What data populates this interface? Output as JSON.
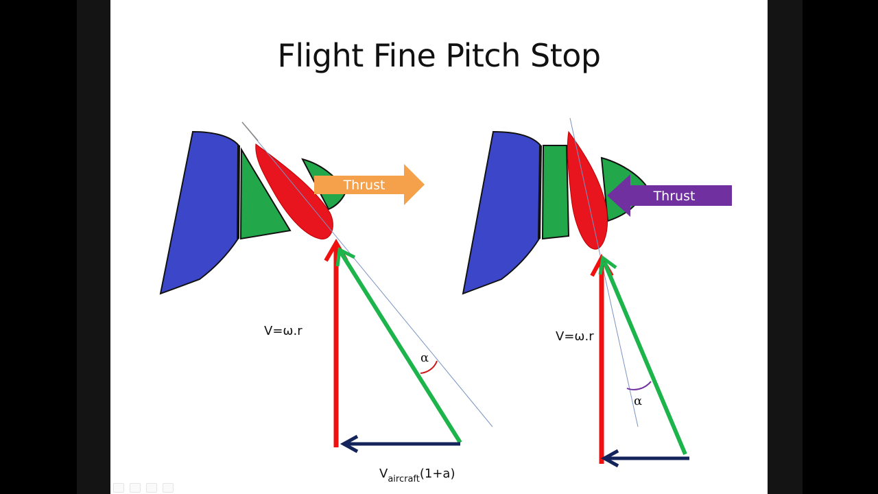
{
  "slide": {
    "title": "Flight Fine Pitch Stop"
  },
  "left_diagram": {
    "thrust_label": "Thrust",
    "thrust_color": "#f5a04a",
    "blade_velocity_label": "V=ω.r",
    "alpha_label": "α",
    "aircraft_velocity_main": "V",
    "aircraft_velocity_sub": "aircraft",
    "aircraft_velocity_tail": "(1+a)"
  },
  "right_diagram": {
    "thrust_label": "Thrust",
    "thrust_color": "#7030a0",
    "blade_velocity_label": "V=ω.r",
    "alpha_label": "α"
  },
  "colors": {
    "blade_red": "#e8141e",
    "hub_blue": "#3c46c8",
    "spinner_green": "#22a84a",
    "vector_red": "#f01010",
    "vector_green": "#1db44c",
    "vector_navy": "#14245a"
  }
}
